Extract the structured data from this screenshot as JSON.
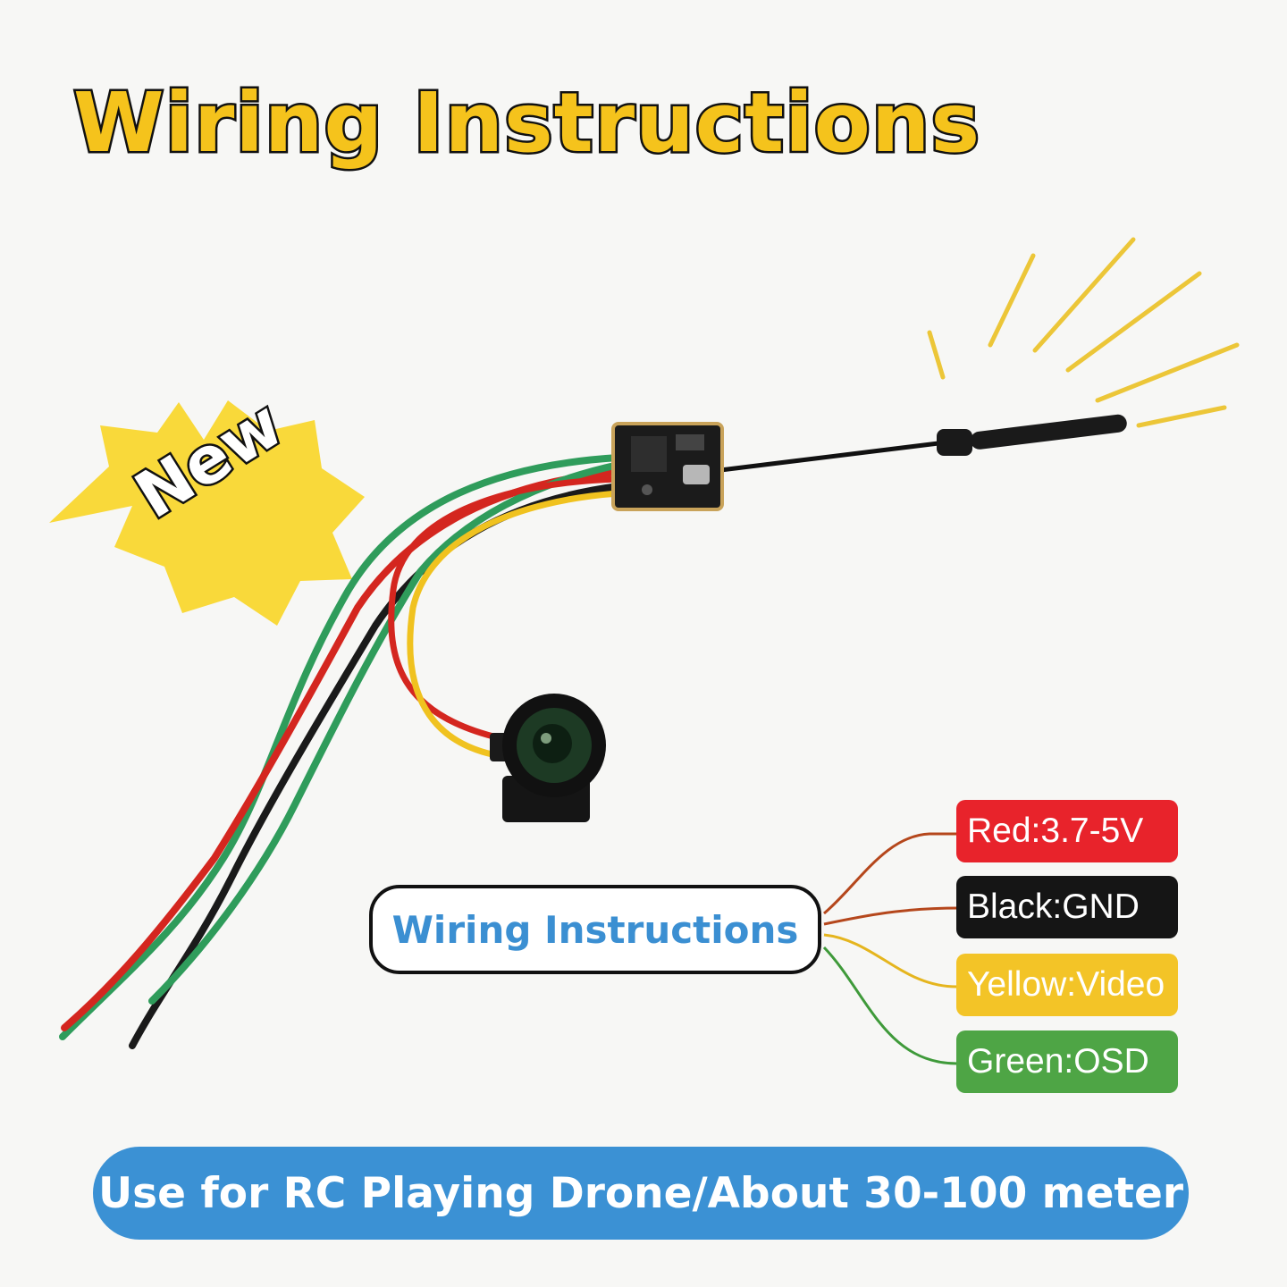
{
  "headline": "Wiring Instructions",
  "badge_text": "New",
  "label_box": "Wiring Instructions",
  "wires": [
    {
      "label": "Red:3.7-5V",
      "color": "#e8232b",
      "line_color": "#b5471c"
    },
    {
      "label": "Black:GND",
      "color": "#151515",
      "line_color": "#b5471c"
    },
    {
      "label": "Yellow:Video",
      "color": "#f3c427",
      "line_color": "#e5b51e"
    },
    {
      "label": "Green:OSD",
      "color": "#4ea545",
      "line_color": "#3f9a3a"
    }
  ],
  "banner": "Use for RC Playing Drone/About 30-100 meter",
  "colors": {
    "headline_fill": "#f5c31c",
    "burst": "#f9d93a",
    "label_text": "#3b8fd2",
    "banner_bg": "#3b91d4",
    "signal_rays": "#ecc638"
  }
}
